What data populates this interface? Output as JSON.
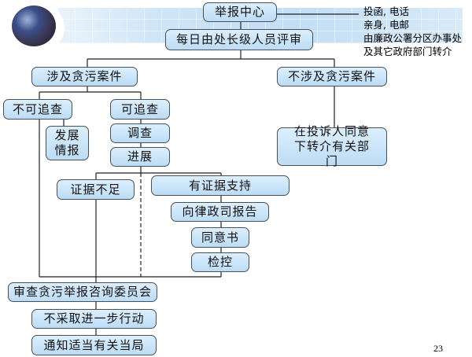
{
  "nodes": {
    "report_center": "举报中心",
    "daily_review": "每日由处长级人员评审",
    "corruption": "涉及贪污案件",
    "non_corruption": "不涉及贪污案件",
    "referral": "在投诉人同意下转介有关部门",
    "not_pursuable": "不可追查",
    "pursuable": "可追查",
    "intelligence": "发展情报",
    "investigate": "调查",
    "progress": "进展",
    "insufficient": "证据不足",
    "supported": "有证据支持",
    "report_doj": "向律政司报告",
    "consent": "同意书",
    "prosecute": "检控",
    "committee": "审查贪污举报咨询委员会",
    "no_action": "不采取进一步行动",
    "notify": "通知适当有关当局"
  },
  "channels": [
    "投函, 电话",
    "亲身, 电邮",
    "由廉政公署分区办事处",
    "及其它政府部门转介"
  ],
  "page_number": "23"
}
